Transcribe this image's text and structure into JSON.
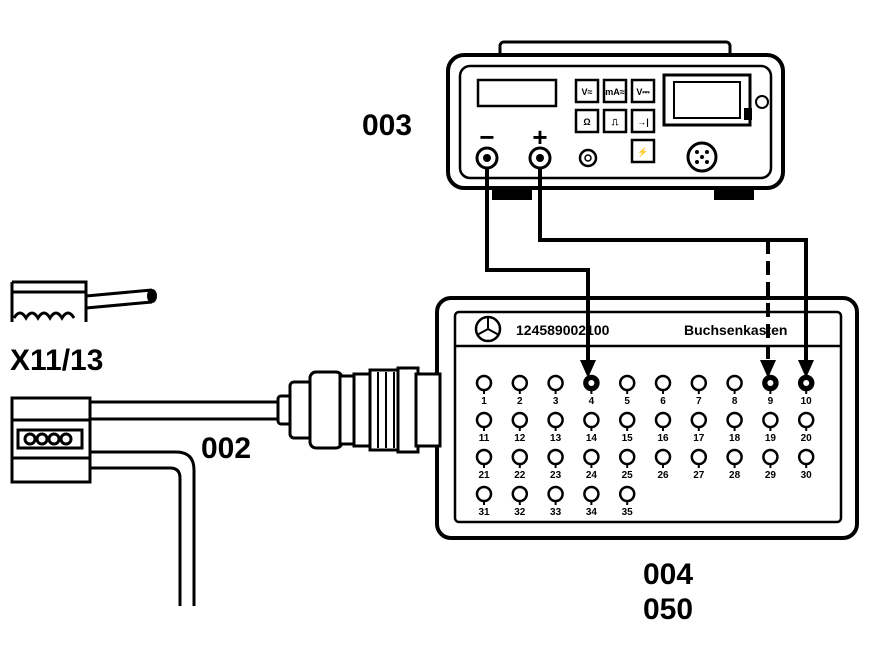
{
  "labels": {
    "tester_id": "003",
    "cable_id": "002",
    "connector_id": "X11/13",
    "box_id_1": "004",
    "box_id_2": "050",
    "minus_symbol": "−",
    "plus_symbol": "+"
  },
  "tester": {
    "buttons": [
      "V≈",
      "mA≈",
      "V⎓",
      "Ω",
      "⎍",
      "→|",
      "⚡"
    ]
  },
  "socket_box": {
    "part_number": "124589002100",
    "title": "Buchsenkasten",
    "pins": [
      "1",
      "2",
      "3",
      "4",
      "5",
      "6",
      "7",
      "8",
      "9",
      "10",
      "11",
      "12",
      "13",
      "14",
      "15",
      "16",
      "17",
      "18",
      "19",
      "20",
      "21",
      "22",
      "23",
      "24",
      "25",
      "26",
      "27",
      "28",
      "29",
      "30",
      "31",
      "32",
      "33",
      "34",
      "35"
    ],
    "highlighted_pins": [
      "4",
      "9",
      "10"
    ]
  }
}
